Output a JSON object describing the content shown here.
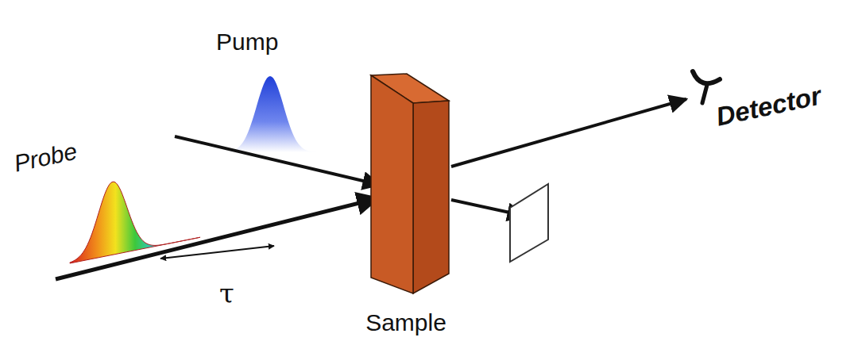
{
  "diagram": {
    "nodes": [
      {
        "text": [
          "Sample"
        ]
      },
      {
        "text": [
          "Detector"
        ]
      }
    ],
    "edges": [
      {
        "from": 0,
        "to": 1,
        "arrow": "to"
      }
    ],
    "labels": [
      "Pump",
      "Probe",
      "τ"
    ]
  }
}
